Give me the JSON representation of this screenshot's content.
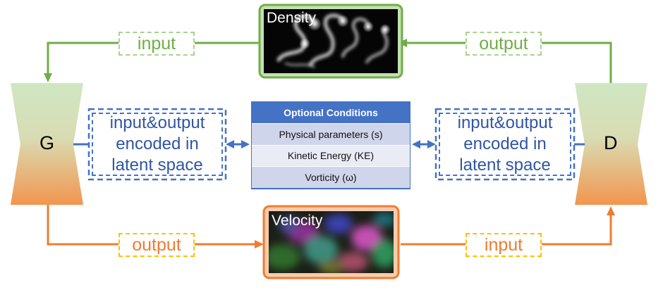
{
  "generator": {
    "letter": "G"
  },
  "discriminator": {
    "letter": "D"
  },
  "density": {
    "title": "Density"
  },
  "velocity": {
    "title": "Velocity"
  },
  "top_left_label": "input",
  "top_right_label": "output",
  "bottom_left_label": "output",
  "bottom_right_label": "input",
  "latent_left": {
    "line1": "input&output",
    "line2": "encoded in",
    "line3": "latent space"
  },
  "latent_right": {
    "line1": "input&output",
    "line2": "encoded in",
    "line3": "latent space"
  },
  "conditions": {
    "header": "Optional Conditions",
    "rows": [
      "Physical parameters (s)",
      "Kinetic Energy (KE)",
      "Vorticity (ω)"
    ]
  },
  "colors": {
    "green": "#70ad47",
    "orange": "#ed7d31",
    "blue": "#4472c4",
    "dashed_green": "#a9d18e",
    "dashed_orange": "#ffc000"
  }
}
